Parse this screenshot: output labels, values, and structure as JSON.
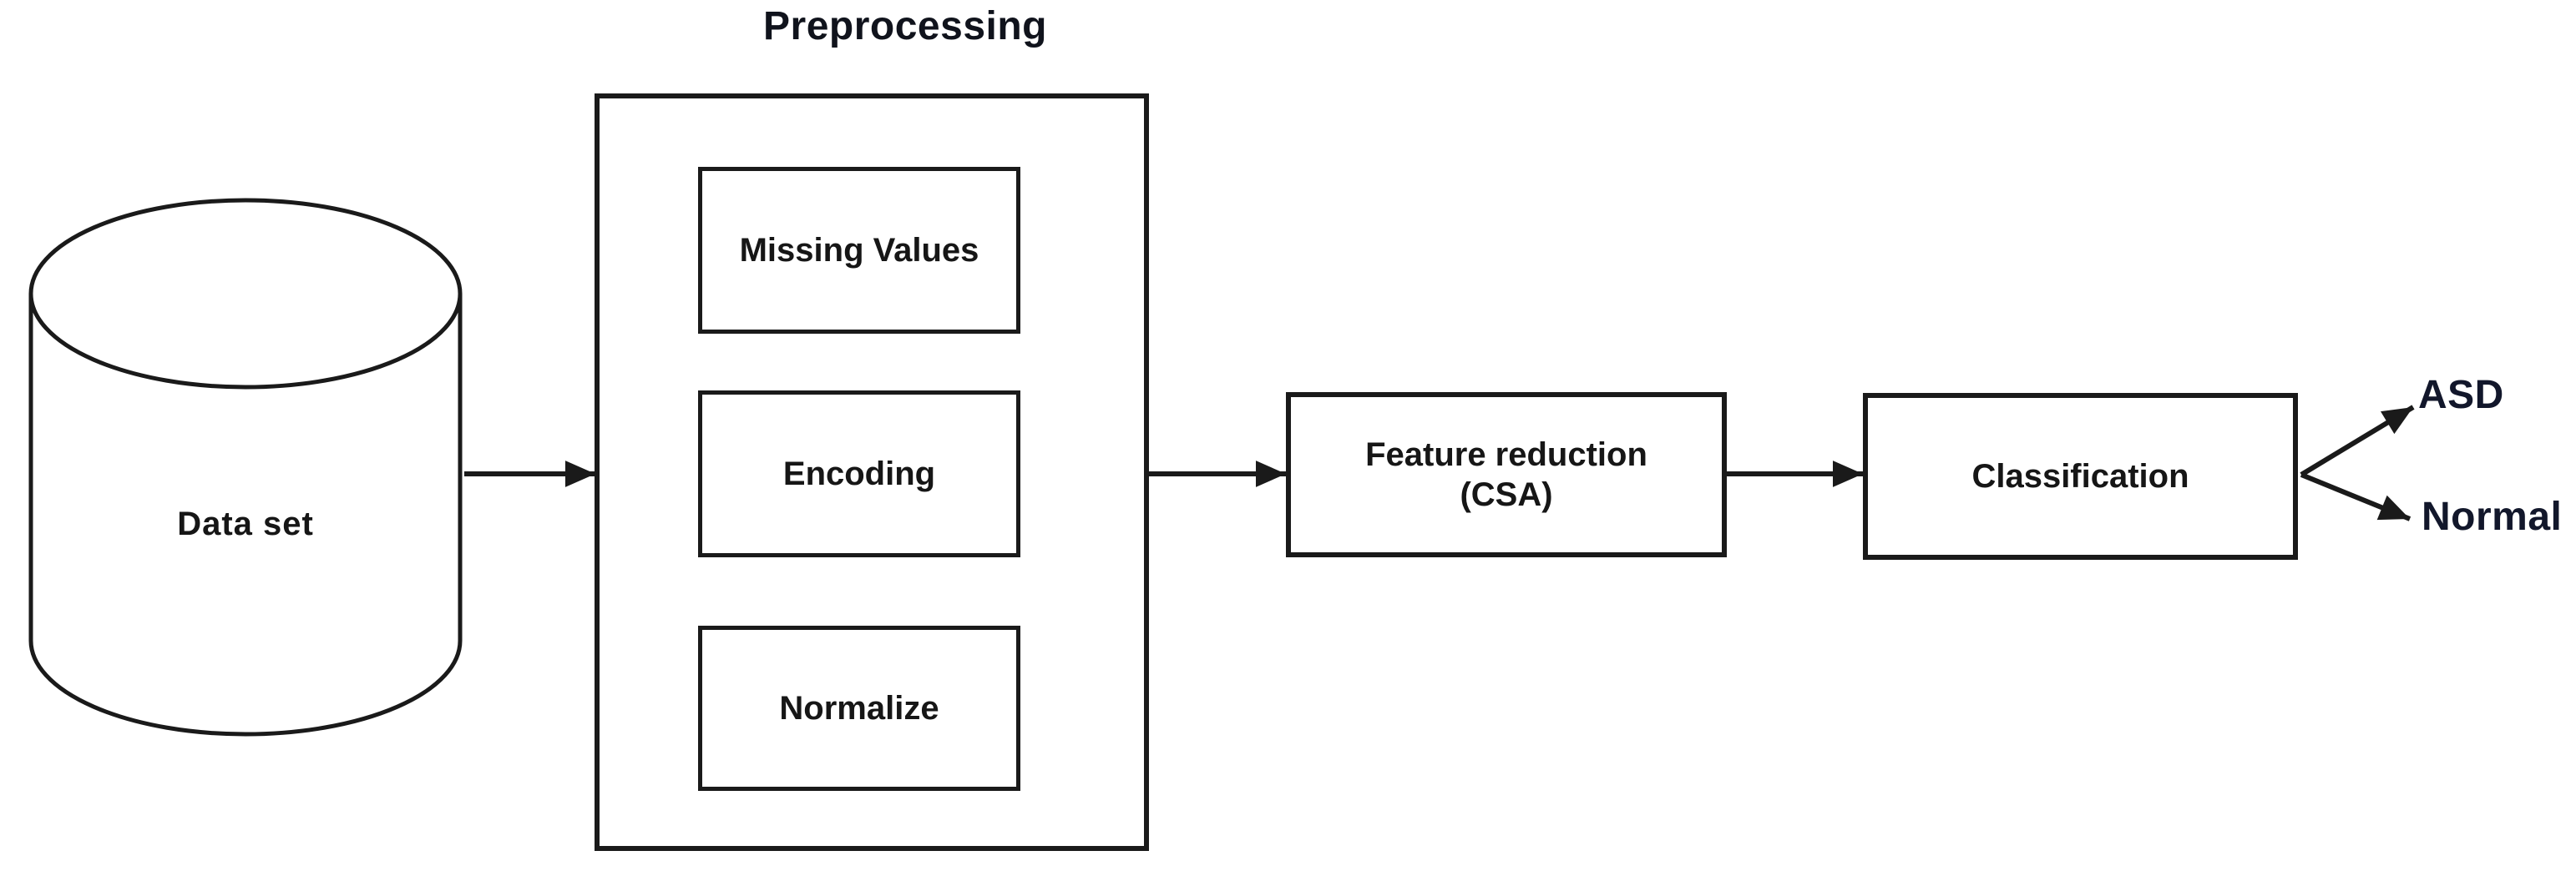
{
  "palette": {
    "background": "#ffffff",
    "line": "#1a1a1a",
    "text": "#161616"
  },
  "dataset": {
    "label": "Data set"
  },
  "preprocessing": {
    "title": "Preprocessing",
    "steps": [
      {
        "label": "Missing Values"
      },
      {
        "label": "Encoding"
      },
      {
        "label": "Normalize"
      }
    ]
  },
  "feature_reduction": {
    "line1": "Feature reduction",
    "line2": "(CSA)"
  },
  "classification": {
    "label": "Classification"
  },
  "outputs": {
    "positive": "ASD",
    "negative": "Normal"
  }
}
